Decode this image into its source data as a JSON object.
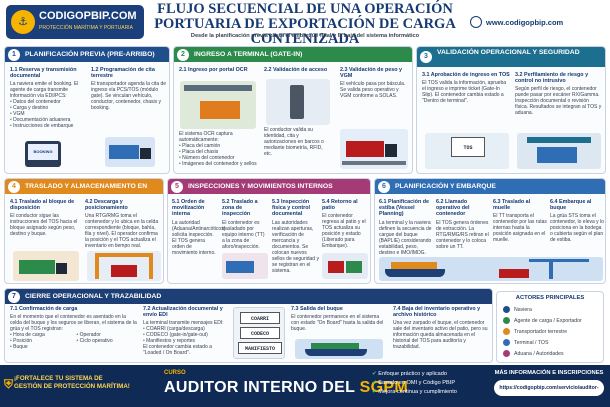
{
  "brand": {
    "name": "CODIGOPBIP.COM",
    "tagline": "PROTECCIÓN MARÍTIMA Y PORTUARIA",
    "mark": "PBIP"
  },
  "header": {
    "title": "FLUJO SECUENCIAL DE UNA OPERACIÓN PORTUARIA DE EXPORTACIÓN DE CARGA CONTENIZADA",
    "subtitle": "Desde la planificación previa hasta el embarque final y la baja del sistema informático",
    "website": "www.codigopbip.com"
  },
  "sections": {
    "s1": {
      "num": "1",
      "title": "PLANIFICACIÓN PREVIA (PRE-ARRIBO)"
    },
    "s2": {
      "num": "2",
      "title": "INGRESO A TERMINAL (GATE-IN)"
    },
    "s3": {
      "num": "3",
      "title": "VALIDACIÓN OPERACIONAL Y SEGURIDAD"
    },
    "s4": {
      "num": "4",
      "title": "TRASLADO Y ALMACENAMIENTO EN PATIO"
    },
    "s5": {
      "num": "5",
      "title": "INSPECCIONES Y MOVIMIENTOS INTERNOS"
    },
    "s6": {
      "num": "6",
      "title": "PLANIFICACIÓN Y EMBARQUE"
    },
    "s7": {
      "num": "7",
      "title": "CIERRE OPERACIONAL Y TRAZABILIDAD"
    }
  },
  "steps": {
    "s11": {
      "title": "1.1 Reserva y transmisión documental",
      "body": "La naviera emite el booking. El agente de carga transmite información vía EDI/PCS:",
      "items": [
        "Datos del contenedor",
        "Carga y destino",
        "VGM",
        "Documentación aduanera",
        "Instrucciones de embarque"
      ]
    },
    "s12": {
      "title": "1.2 Programación de cita terrestre",
      "body": "El transportador agenda la cita de ingreso vía PCS/TOS (módulo gate). Se vinculan vehículo, conductor, contenedor, chasis y booking."
    },
    "s21": {
      "title": "2.1 Ingreso por portal OCR",
      "body": "El sistema OCR captura automáticamente:",
      "items": [
        "Placa del camión",
        "Placa del chasis",
        "Número del contenedor",
        "Imágenes del contenedor y sellos"
      ]
    },
    "s22": {
      "title": "2.2 Validación de acceso",
      "body": "El conductor valida su identidad, cita y autorizaciones en barcos o mediante biometría, RFID, etc."
    },
    "s23": {
      "title": "2.3 Validación de peso y VGM",
      "body": "El vehículo pasa por báscula. Se valida peso operativo y VGM conforme a SOLAS."
    },
    "s31": {
      "title": "3.1 Aprobación de ingreso en TOS",
      "body": "El TOS valida la información, aprueba el ingreso e imprime ticket (Gate-In Slip). El contenedor cambia estado a \"Dentro de terminal\"."
    },
    "s32": {
      "title": "3.2 Perfilamiento de riesgo y control no intrusivo",
      "body": "Según perfil de riesgo, el contenedor puede pasar por escáner RX/Gamma. Inspección documental o revisión física. Resultados se integran al TOS y aduana."
    },
    "s41": {
      "title": "4.1 Traslado al bloque de disposición",
      "body": "El conductor sigue las instrucciones del TOS hacia el bloque asignado según peso, destino y buque."
    },
    "s42": {
      "title": "4.2 Descarga y posicionamiento",
      "body": "Una RTG/RMG toma el contenedor y lo ubica en la celda correspondiente (bloque, bahía, fila y nivel). El operador confirma la posición y el TOS actualiza el inventario en tiempo real."
    },
    "s51": {
      "title": "5.1 Orden de movilización interna",
      "body": "La autoridad (Aduana/Antinarcóticos) solicita inspección. El TOS genera orden de movimiento interno."
    },
    "s52": {
      "title": "5.2 Traslado a zona de inspección",
      "body": "El contenedor es trasladado por equipo interno (TT) a la zona de aforo/inspección."
    },
    "s53": {
      "title": "5.3 Inspección física y control documental",
      "body": "Las autoridades realizan aperturas, verificación de mercancía y documentos. Se colocan nuevos sellos de seguridad y se registran en el sistema."
    },
    "s54": {
      "title": "5.4 Retorno al patio",
      "body": "El contenedor regresa al patio y el TOS actualiza su posición y estado (Liberado para Embarque)."
    },
    "s61": {
      "title": "6.1 Planificación de estiba (Vessel Planning)",
      "body": "La terminal y la naviera definen la secuencia de cargue del buque (BAPLIE) considerando estabilidad, peso, destino e IMO/IMDG."
    },
    "s62": {
      "title": "6.2 Llamado operativo del contenedor",
      "body": "El TOS genera órdenes de extracción. La RTG/RMG/RS retiran el contenedor y lo coloca sobre un TT."
    },
    "s63": {
      "title": "6.3 Traslado al muelle",
      "body": "El TT transporta el contenedor por las rutas internas hasta la posición asignada en el muelle."
    },
    "s64": {
      "title": "6.4 Embarque al buque",
      "body": "La grúa STS toma el contenedor, lo eleva y lo posiciona en la bodega o cubierta según el plan de estiba."
    },
    "s71": {
      "title": "7.1 Confirmación de carga",
      "body": "En el momento que el contenedor es asentado en la celda del buque y los seguros se liberan, el sistema de la grúa y el TOS registran:",
      "items": [
        "Hora de carga",
        "Posición",
        "Buque",
        "Operador",
        "Ciclo operativo"
      ]
    },
    "s72": {
      "title": "7.2 Actualización documental y envío EDI",
      "body": "La terminal transmite mensajes EDI:",
      "items": [
        "COARRI (carga/descarga)",
        "CODECO (gate-in/gate-out)",
        "Manifiestos y reportes"
      ],
      "foot": "El contenedor cambia estado a \"Loaded / On Board\"."
    },
    "s73": {
      "title": "7.3 Salida del buque",
      "body": "El contenedor permanece en el sistema con estado \"On Board\" hasta la salida del buque."
    },
    "s74": {
      "title": "7.4 Baja del inventario operativo y archivo histórico",
      "body": "Una vez zarpado el buque, el contenedor sale del inventario activo del patio, pero su información queda almacenada en el historial del TOS para auditoría y trazabilidad."
    }
  },
  "illustrations": {
    "booking_label": "BOOKING",
    "tos_label": "TOS",
    "edi": [
      "COARRI",
      "CODECO",
      "MANIFIESTO"
    ]
  },
  "actors": {
    "title": "ACTORES PRINCIPALES",
    "items": [
      {
        "label": "Naviera",
        "color": "#1f4e8c"
      },
      {
        "label": "Agente de carga / Exportador",
        "color": "#2c8a4b"
      },
      {
        "label": "Transportador terrestre",
        "color": "#e08a1e"
      },
      {
        "label": "Terminal / TOS",
        "color": "#2f6db5"
      },
      {
        "label": "Aduana / Autoridades",
        "color": "#a53b76"
      }
    ]
  },
  "footer": {
    "tagline": "¡FORTALECE TU SISTEMA DE GESTIÓN DE PROTECCIÓN MARÍTIMA!",
    "course_label": "CURSO",
    "course_name": "AUDITOR INTERNO DEL",
    "course_name_accent": "SGPM",
    "bullets": [
      "Enfoque práctico y aplicado",
      "Basado en OMI y Código PBIP",
      "Mejora continua y cumplimiento"
    ],
    "info_title": "MÁS INFORMACIÓN E INSCRIPCIONES",
    "info_url": "https://codigopbip.com/servicio/auditor-sgpm"
  },
  "colors": {
    "navy": "#163a72",
    "green": "#2c8a4b",
    "teal": "#1d6f8f",
    "orange": "#e08a1e",
    "magenta": "#a53b76",
    "blue": "#2f6db5",
    "gold": "#f6b400"
  }
}
